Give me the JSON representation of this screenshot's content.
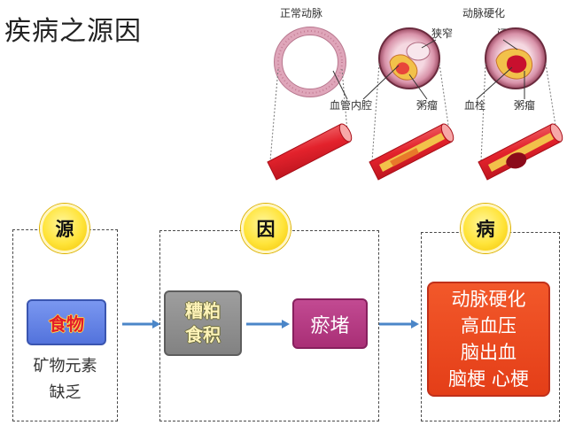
{
  "title": "疾病之源因",
  "arteries": {
    "normal_label": "正常动脉",
    "sclerosis_label": "动脉硬化",
    "stenosis_label": "狭窄",
    "occlusion_label": "闭塞",
    "lumen_label": "血管内腔",
    "atheroma_label_1": "粥瘤",
    "thrombus_label": "血栓",
    "atheroma_label_2": "粥瘤"
  },
  "source": {
    "badge": "源",
    "box_label": "食物",
    "note_line_1": "矿物元素",
    "note_line_2": "缺乏"
  },
  "cause": {
    "badge": "因",
    "box_1_line_1": "糟粕",
    "box_1_line_2": "食积",
    "box_2_label": "瘀堵"
  },
  "disease": {
    "badge": "病",
    "lines": [
      "动脉硬化",
      "高血压",
      "脑出血",
      "脑梗 心梗"
    ]
  },
  "colors": {
    "badge": "#FFE43A",
    "food_box": "#5A79E0",
    "accumulation_box": "#8E8E8E",
    "blockage_box": "#B23C82",
    "disease_box": "#EA4A1E",
    "arrow": "#4B86C8",
    "artery_red": "#E3222C"
  }
}
